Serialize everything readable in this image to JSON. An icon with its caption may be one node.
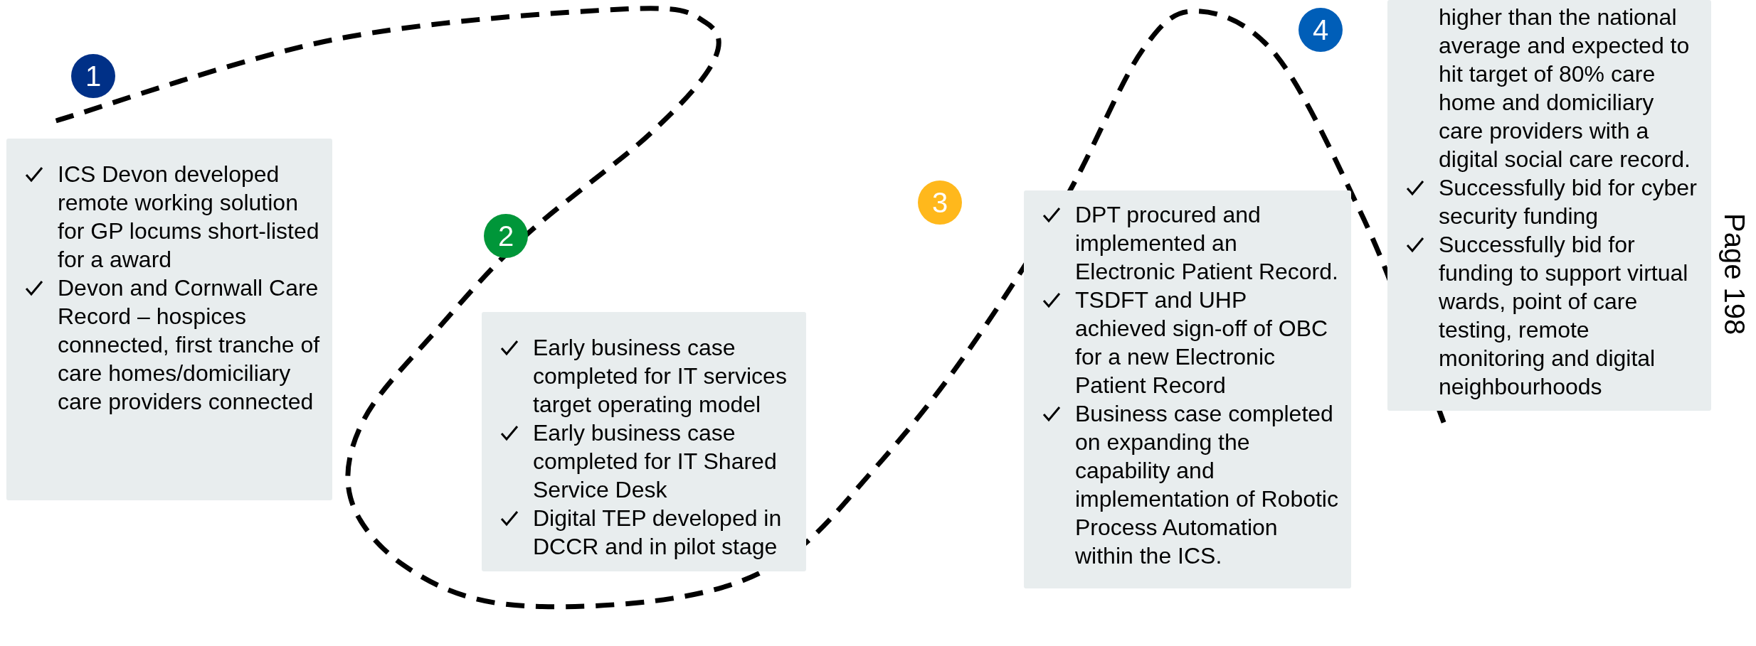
{
  "diagram": {
    "nodes": [
      {
        "text": [
          "1"
        ]
      },
      {
        "text": [
          "ICS Devon developed remote working solution for GP locums short-listed for a award",
          "Devon and Cornwall Care Record – hospices connected, first tranche of care homes/domiciliary care providers connected"
        ]
      },
      {
        "text": [
          "2"
        ]
      },
      {
        "text": [
          "Early business case completed for IT services target operating model",
          "Early business case completed for IT Shared Service Desk",
          "Digital TEP developed in DCCR and in pilot stage"
        ]
      },
      {
        "text": [
          "3"
        ]
      },
      {
        "text": [
          "DPT procured and implemented an Electronic Patient Record.",
          "TSDFT and UHP achieved sign-off of OBC for a new Electronic Patient Record",
          "Business case completed on expanding the capability and implementation of Robotic Process Automation within the ICS."
        ]
      },
      {
        "text": [
          "4"
        ]
      },
      {
        "text": [
          "higher than the national average and expected to hit target of 80% care home and domiciliary care providers with a digital social care record.",
          "Successfully bid for cyber security funding",
          "Successfully bid for funding to support virtual wards, point of care testing, remote monitoring and digital neighbourhoods"
        ]
      }
    ],
    "edges": [],
    "labels": [
      "Page 198"
    ]
  }
}
